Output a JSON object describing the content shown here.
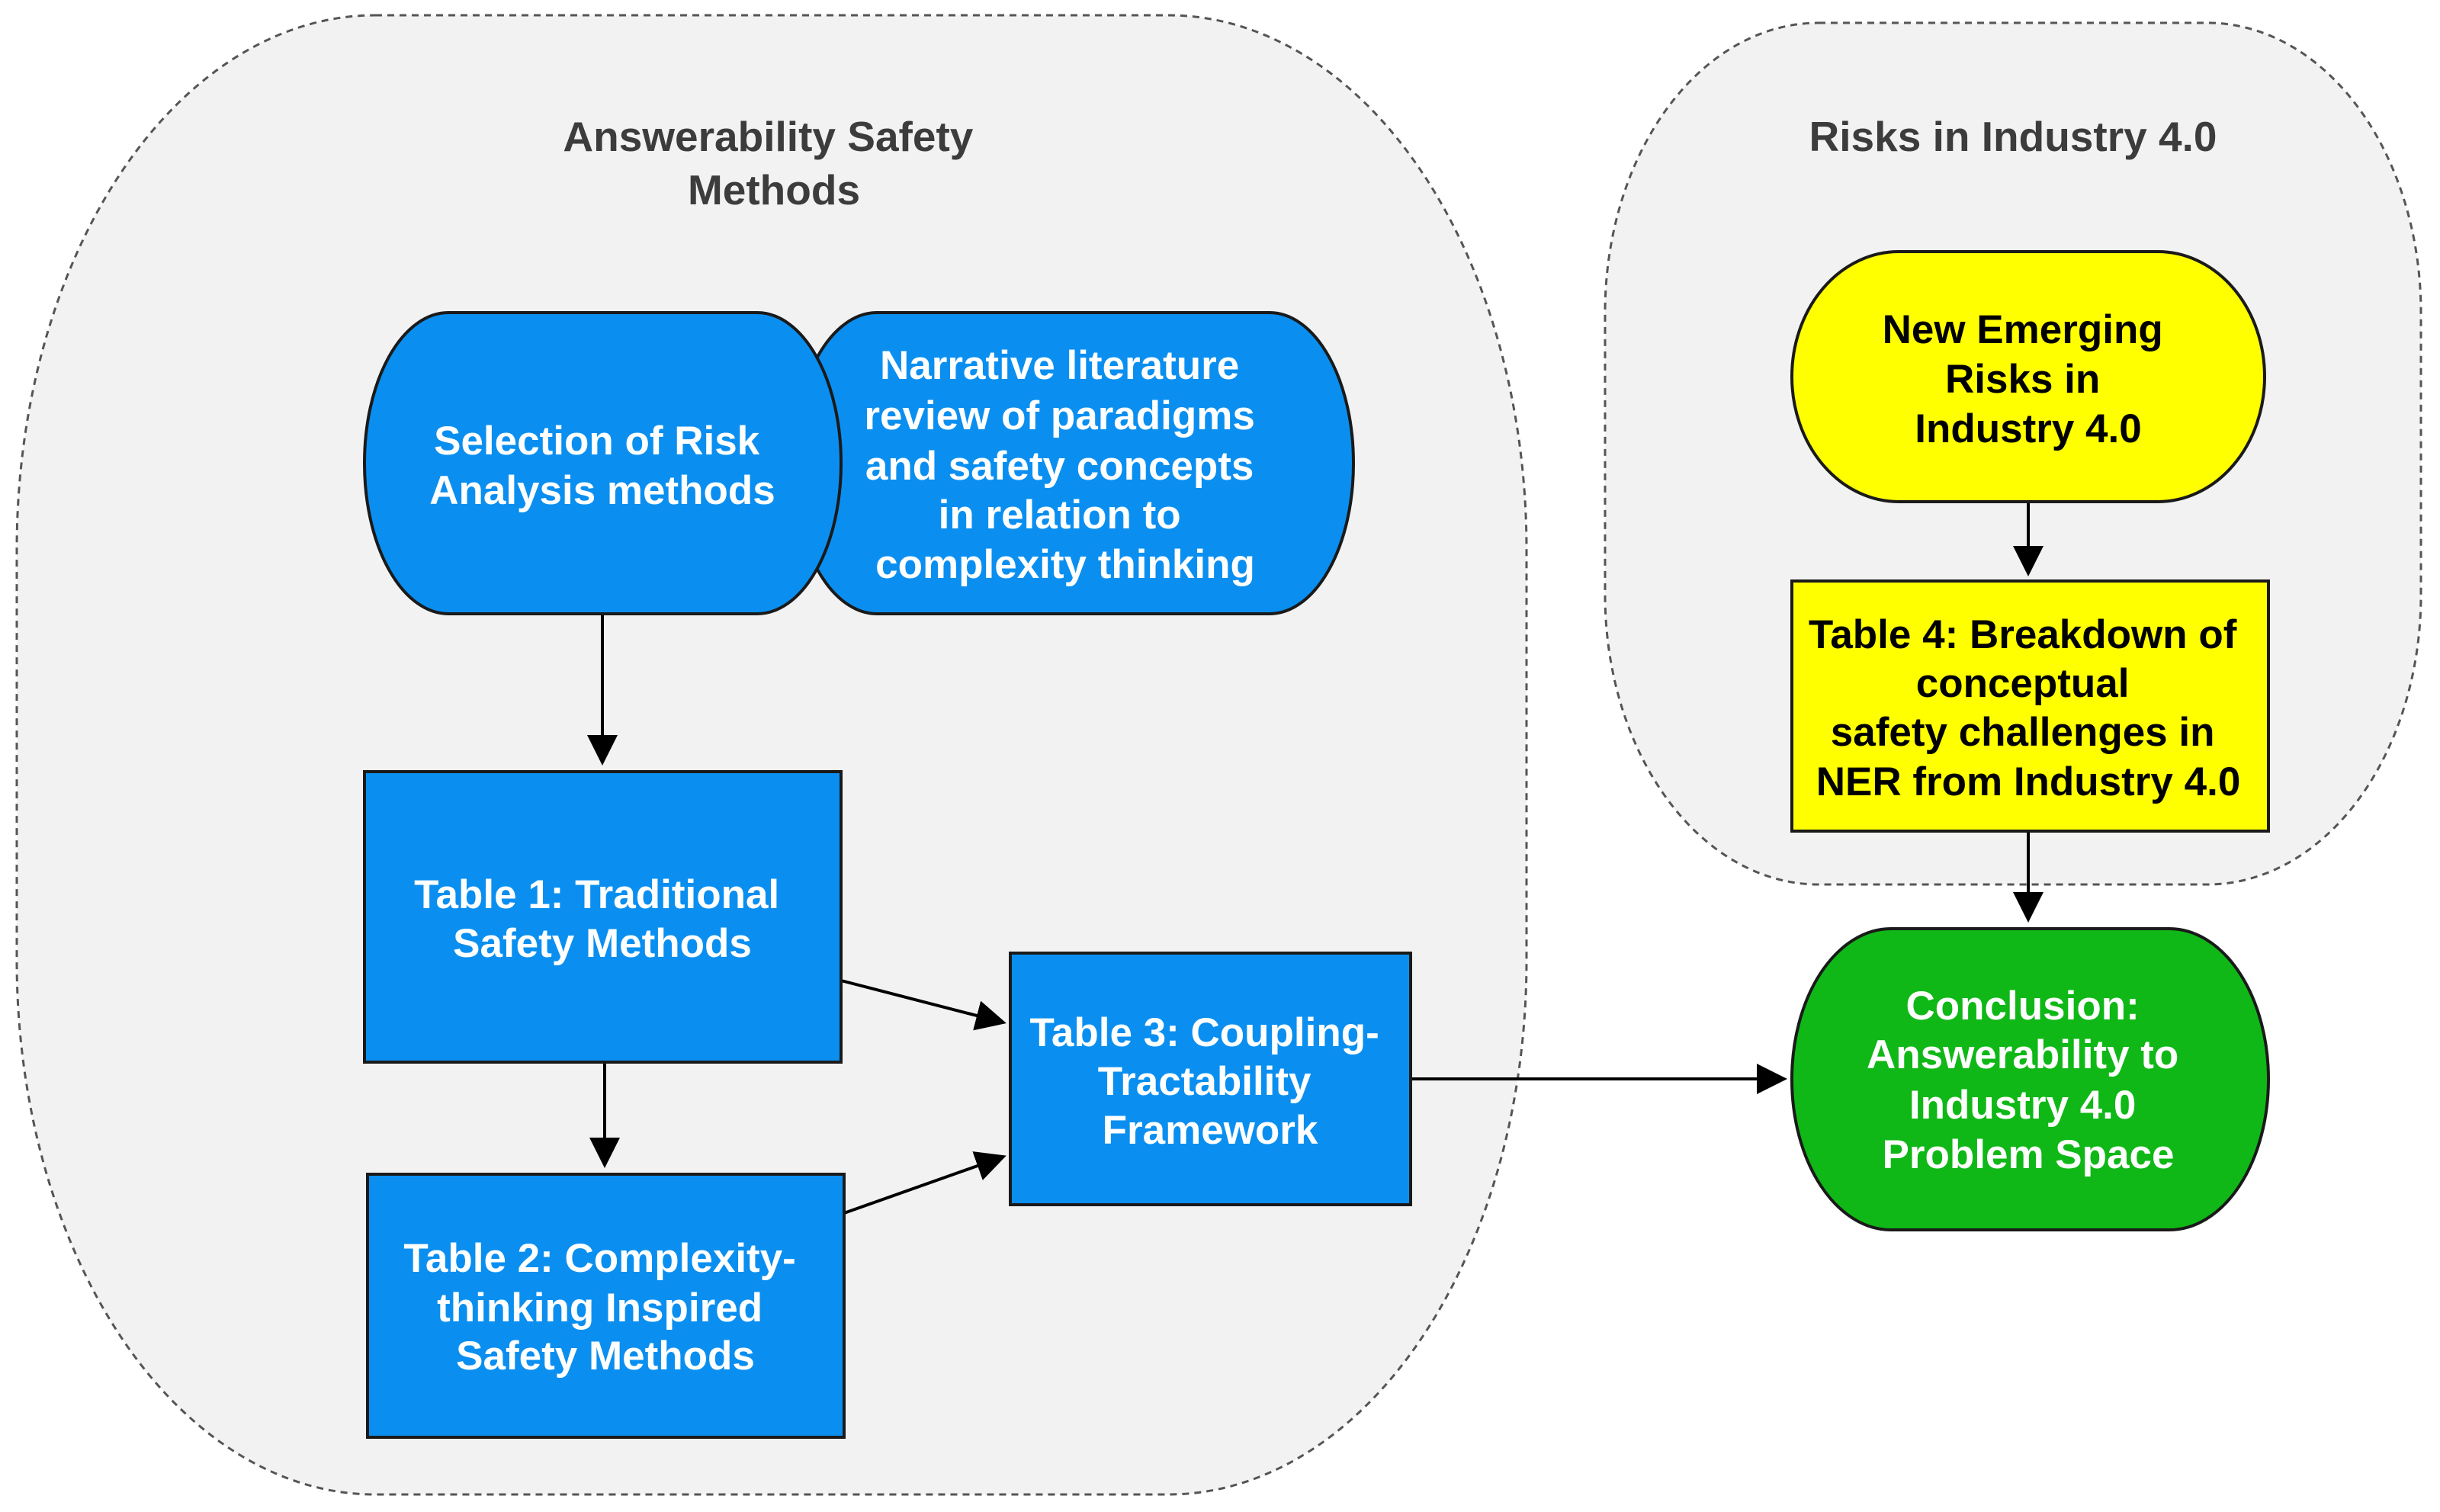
{
  "colors": {
    "blue_fill": "#0a8ff0",
    "yellow_fill": "#ffff00",
    "green_fill": "#0fb816",
    "group_fill": "#f2f2f2",
    "white_text": "#ffffff",
    "black_text": "#000000"
  },
  "groups": {
    "answerability": {
      "title_lines": [
        "Answerability Safety",
        "Methods"
      ]
    },
    "risks": {
      "title_lines": [
        "Risks in Industry 4.0"
      ]
    }
  },
  "nodes": {
    "selection": {
      "lines": [
        "Selection of Risk",
        "Analysis methods"
      ]
    },
    "narrative": {
      "lines": [
        "Narrative literature",
        "review of paradigms",
        "and safety concepts",
        "in relation to",
        "complexity thinking"
      ]
    },
    "table1": {
      "lines": [
        "Table 1: Traditional",
        "Safety Methods"
      ]
    },
    "table2": {
      "lines": [
        "Table 2: Complexity-",
        "thinking Inspired",
        "Safety Methods"
      ]
    },
    "table3": {
      "lines": [
        "Table 3: Coupling-",
        "Tractability",
        "Framework"
      ]
    },
    "new_risks": {
      "lines": [
        "New Emerging",
        "Risks in",
        "Industry 4.0"
      ]
    },
    "table4": {
      "lines": [
        "Table 4: Breakdown of",
        "conceptual",
        "safety challenges in",
        "NER from Industry 4.0"
      ]
    },
    "conclusion": {
      "lines": [
        "Conclusion:",
        "Answerability to",
        "Industry 4.0",
        "Problem Space"
      ]
    }
  }
}
